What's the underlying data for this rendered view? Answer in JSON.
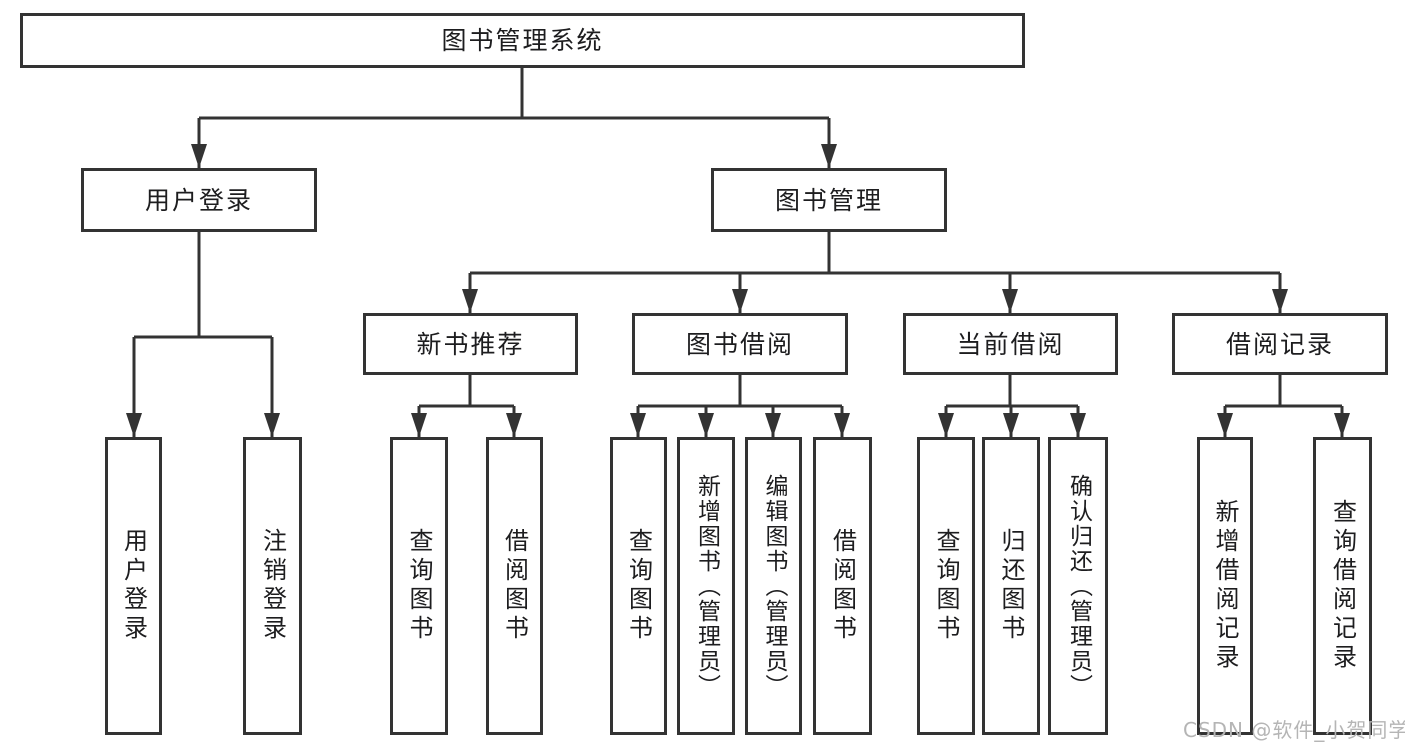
{
  "diagram": {
    "type": "hierarchy",
    "tree": {
      "root": {
        "label": "图书管理系统"
      },
      "branches": [
        {
          "label": "用户登录",
          "children": [
            {
              "label": "用户登录"
            },
            {
              "label": "注销登录"
            }
          ]
        },
        {
          "label": "图书管理",
          "children": [
            {
              "label": "新书推荐",
              "children": [
                {
                  "label": "查询图书"
                },
                {
                  "label": "借阅图书"
                }
              ]
            },
            {
              "label": "图书借阅",
              "children": [
                {
                  "label": "查询图书"
                },
                {
                  "label": "新增图书（管理员）"
                },
                {
                  "label": "编辑图书（管理员）"
                },
                {
                  "label": "借阅图书"
                }
              ]
            },
            {
              "label": "当前借阅",
              "children": [
                {
                  "label": "查询图书"
                },
                {
                  "label": "归还图书"
                },
                {
                  "label": "确认归还（管理员）"
                }
              ]
            },
            {
              "label": "借阅记录",
              "children": [
                {
                  "label": "新增借阅记录"
                },
                {
                  "label": "查询借阅记录"
                }
              ]
            }
          ]
        }
      ]
    }
  },
  "watermark": {
    "text": "CSDN @软件_小贺同学"
  },
  "colors": {
    "line": "#333333",
    "text": "#1d1d1f",
    "background": "#ffffff",
    "watermark": "#b5b5b5"
  }
}
